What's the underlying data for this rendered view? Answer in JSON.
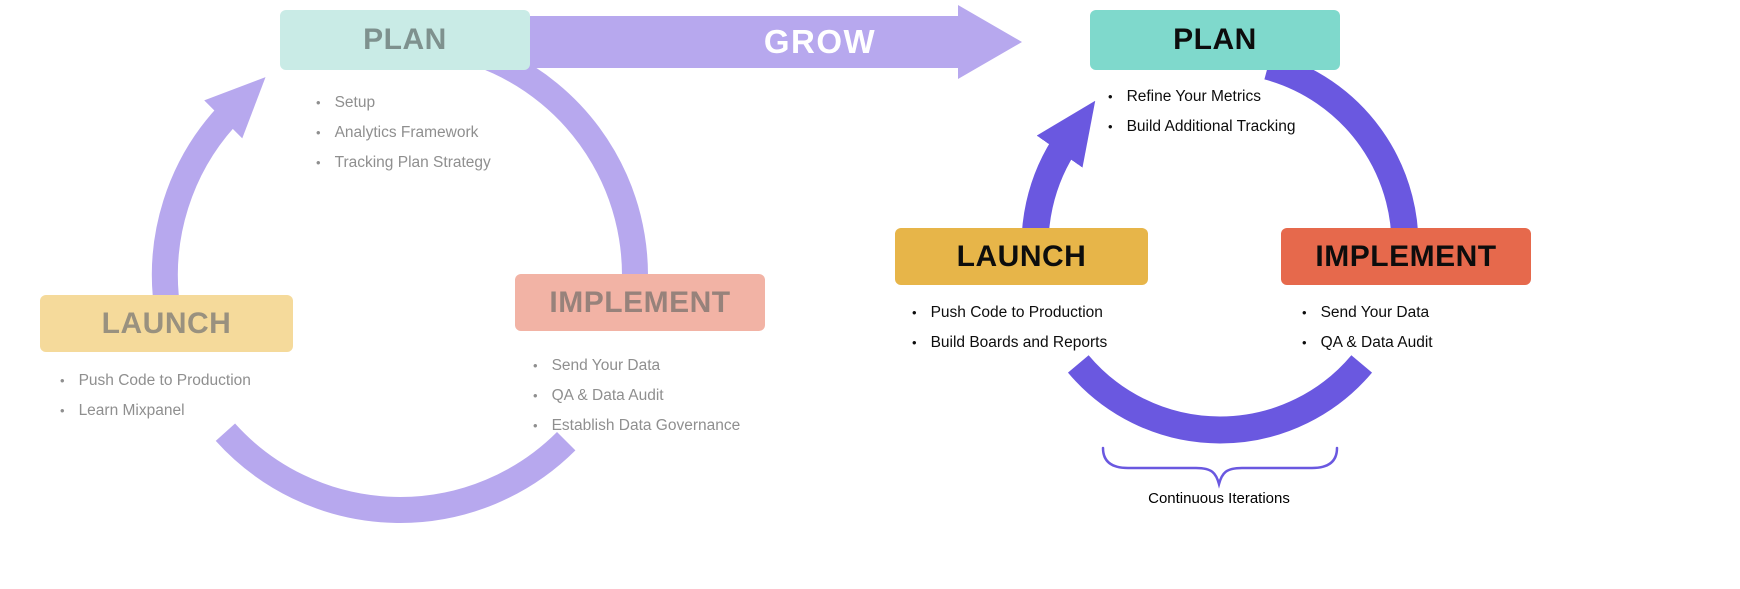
{
  "grow_arrow": {
    "label": "GROW",
    "color": "#b7a8ee"
  },
  "left_cycle": {
    "arrow_color": "#b7a8ee",
    "text_color": "#8f8f8f",
    "plan": {
      "label": "PLAN",
      "bg_color": "#c9ebe6",
      "bullets": [
        "Setup",
        "Analytics Framework",
        "Tracking Plan Strategy"
      ]
    },
    "implement": {
      "label": "IMPLEMENT",
      "bg_color": "#f2b3a5",
      "bullets": [
        "Send Your Data",
        "QA & Data Audit",
        "Establish Data Governance"
      ]
    },
    "launch": {
      "label": "LAUNCH",
      "bg_color": "#f5da9b",
      "bullets": [
        "Push Code to Production",
        "Learn Mixpanel"
      ]
    }
  },
  "right_cycle": {
    "arrow_color": "#6a58e0",
    "text_color": "#0d0d0d",
    "plan": {
      "label": "PLAN",
      "bg_color": "#7fd9cc",
      "bullets": [
        "Refine Your Metrics",
        "Build Additional Tracking"
      ]
    },
    "implement": {
      "label": "IMPLEMENT",
      "bg_color": "#e6694c",
      "bullets": [
        "Send Your Data",
        "QA & Data Audit"
      ]
    },
    "launch": {
      "label": "LAUNCH",
      "bg_color": "#e7b549",
      "bullets": [
        "Push Code to Production",
        "Build Boards and Reports"
      ]
    },
    "caption": "Continuous Iterations"
  }
}
